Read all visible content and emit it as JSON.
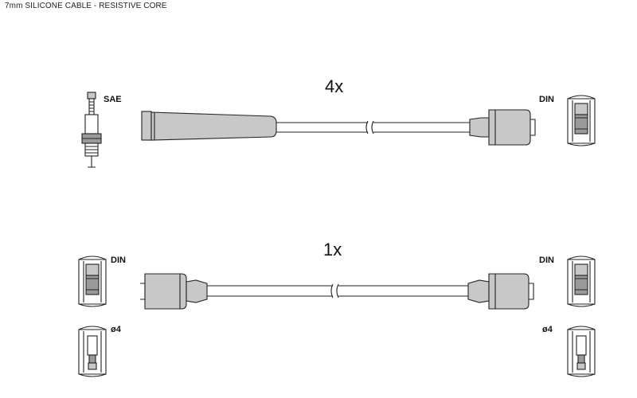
{
  "header": {
    "text": "7mm SILICONE CABLE - RESISTIVE CORE"
  },
  "cable1": {
    "count": "4x",
    "left_label": "SAE",
    "right_label": "DIN"
  },
  "cable2": {
    "count": "1x",
    "left_label": "DIN",
    "right_label": "DIN"
  },
  "variants": {
    "left_label": "ø4",
    "right_label": "ø4"
  }
}
